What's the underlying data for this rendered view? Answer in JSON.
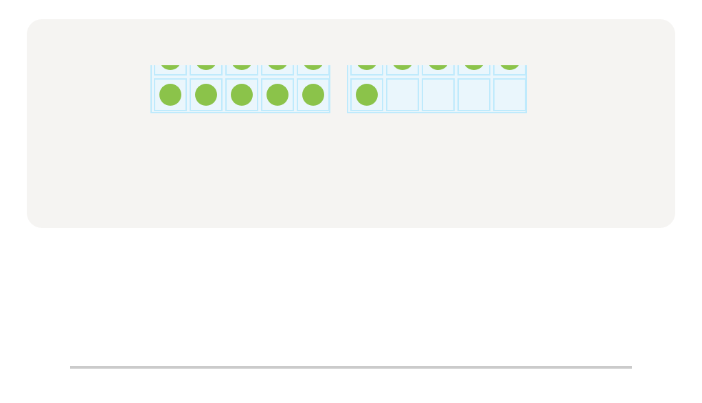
{
  "ten_frames": [
    {
      "filled": 10,
      "total": 10
    },
    {
      "filled": 6,
      "total": 10
    }
  ],
  "colors": {
    "dot": "#8bc34a",
    "frame_border": "#bfeafc",
    "frame_bg": "#eaf6fc",
    "card_bg": "#f5f4f2",
    "bar": "#cbcbcb"
  }
}
